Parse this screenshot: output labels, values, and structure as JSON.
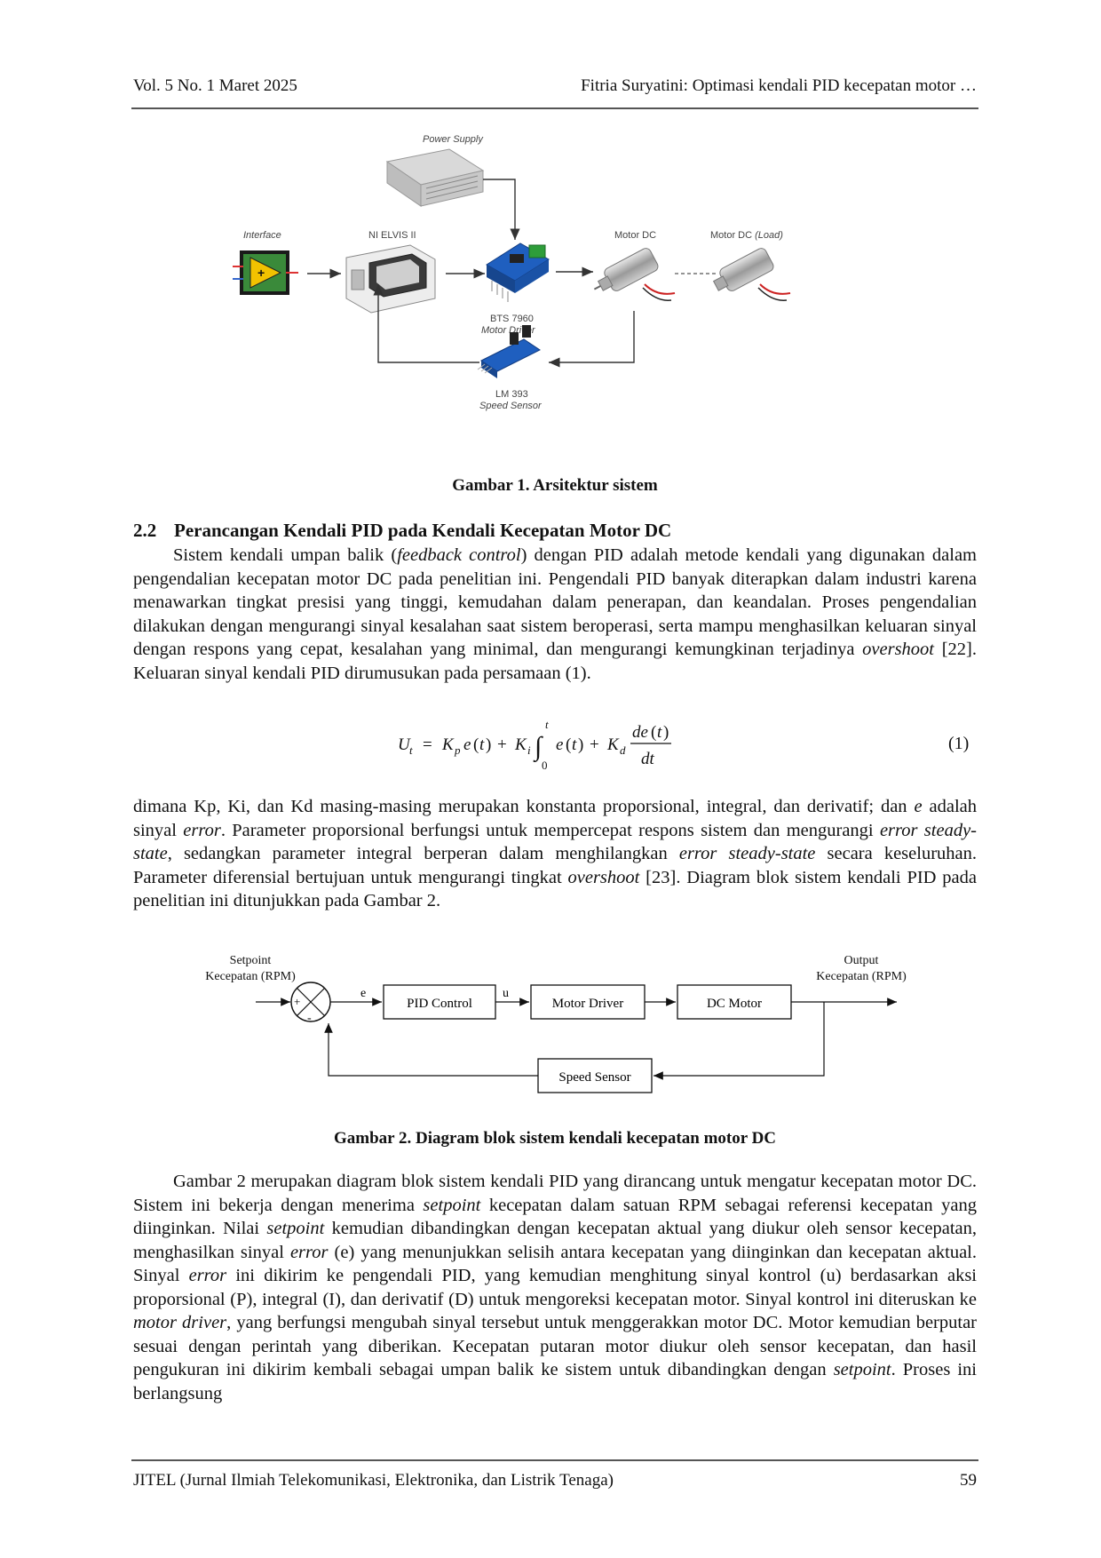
{
  "header": {
    "left": "Vol. 5 No. 1 Maret 2025",
    "right": "Fitria Suryatini: Optimasi kendali PID kecepatan motor …"
  },
  "figure1": {
    "labels": {
      "power_supply": "Power Supply",
      "interface": "Interface",
      "ni_elvis": "NI ELVIS II",
      "motor_dc": "Motor DC",
      "motor_dc_load_prefix": "Motor DC",
      "motor_dc_load_suffix": "(Load)",
      "bts": "BTS 7960",
      "motor_driver": "Motor Driver",
      "lm393": "LM 393",
      "speed_sensor": "Speed Sensor"
    },
    "caption": "Gambar 1. Arsitektur sistem"
  },
  "section": {
    "number": "2.2",
    "title": "Perancangan Kendali PID pada Kendali Kecepatan Motor DC"
  },
  "paragraph1": {
    "a": "Sistem kendali umpan balik (",
    "b": "feedback control",
    "c": ") dengan PID adalah metode kendali yang digunakan dalam pengendalian kecepatan motor DC pada penelitian ini. Pengendali PID banyak diterapkan dalam industri karena menawarkan tingkat presisi yang tinggi, kemudahan dalam penerapan, dan keandalan. Proses pengendalian dilakukan dengan mengurangi sinyal kesalahan saat sistem beroperasi, serta mampu menghasilkan keluaran sinyal dengan respons yang cepat, kesalahan yang minimal, dan mengurangi kemungkinan terjadinya ",
    "d": "overshoot",
    "e": " [22]. Keluaran sinyal kendali PID dirumusukan pada persamaan (1)."
  },
  "equation": {
    "number": "(1)"
  },
  "paragraph2": {
    "a": "dimana Kp, Ki, dan Kd masing-masing merupakan konstanta proporsional, integral, dan derivatif; dan ",
    "b": "e",
    "c": " adalah sinyal ",
    "d": "error",
    "e": ". Parameter proporsional berfungsi untuk mempercepat respons sistem dan mengurangi ",
    "f": "error steady-state",
    "g": ", sedangkan parameter integral berperan dalam menghilangkan ",
    "h": "error steady-state",
    "i": " secara keseluruhan. Parameter diferensial bertujuan untuk mengurangi tingkat ",
    "j": "overshoot",
    "k": " [23]. Diagram blok sistem kendali PID pada penelitian ini ditunjukkan pada Gambar 2."
  },
  "figure2": {
    "setpoint_line1": "Setpoint",
    "setpoint_line2": "Kecepatan (RPM)",
    "output_line1": "Output",
    "output_line2": "Kecepatan (RPM)",
    "plus": "+",
    "minus": "-",
    "signal_e": "e",
    "signal_u": "u",
    "pid_control": "PID Control",
    "motor_driver": "Motor Driver",
    "dc_motor": "DC Motor",
    "speed_sensor": "Speed Sensor",
    "caption": "Gambar 2. Diagram blok sistem kendali kecepatan motor DC"
  },
  "paragraph3": {
    "a": "Gambar 2 merupakan diagram blok sistem kendali PID yang dirancang untuk mengatur kecepatan motor DC. Sistem ini bekerja dengan menerima ",
    "b": "setpoint",
    "c": " kecepatan dalam satuan RPM sebagai referensi kecepatan yang diinginkan. Nilai ",
    "d": "setpoint",
    "e": " kemudian dibandingkan dengan kecepatan aktual yang diukur oleh sensor kecepatan, menghasilkan sinyal ",
    "f": "error",
    "g": " (e) yang menunjukkan selisih antara kecepatan yang diinginkan dan kecepatan aktual. Sinyal ",
    "h": "error",
    "i": " ini dikirim ke pengendali PID, yang kemudian menghitung sinyal kontrol (u) berdasarkan aksi proporsional (P), integral (I), dan derivatif (D) untuk mengoreksi kecepatan motor. Sinyal kontrol ini diteruskan ke ",
    "j": "motor driver",
    "k": ", yang berfungsi mengubah sinyal tersebut untuk menggerakkan motor DC. Motor kemudian berputar sesuai dengan perintah yang diberikan. Kecepatan putaran motor diukur oleh sensor kecepatan, dan hasil pengukuran ini dikirim kembali sebagai umpan balik ke sistem untuk dibandingkan dengan ",
    "l": "setpoint",
    "m": ". Proses ini berlangsung"
  },
  "footer": {
    "journal": "JITEL (Jurnal Ilmiah Telekomunikasi, Elektronika, dan Listrik Tenaga)",
    "page": "59"
  }
}
